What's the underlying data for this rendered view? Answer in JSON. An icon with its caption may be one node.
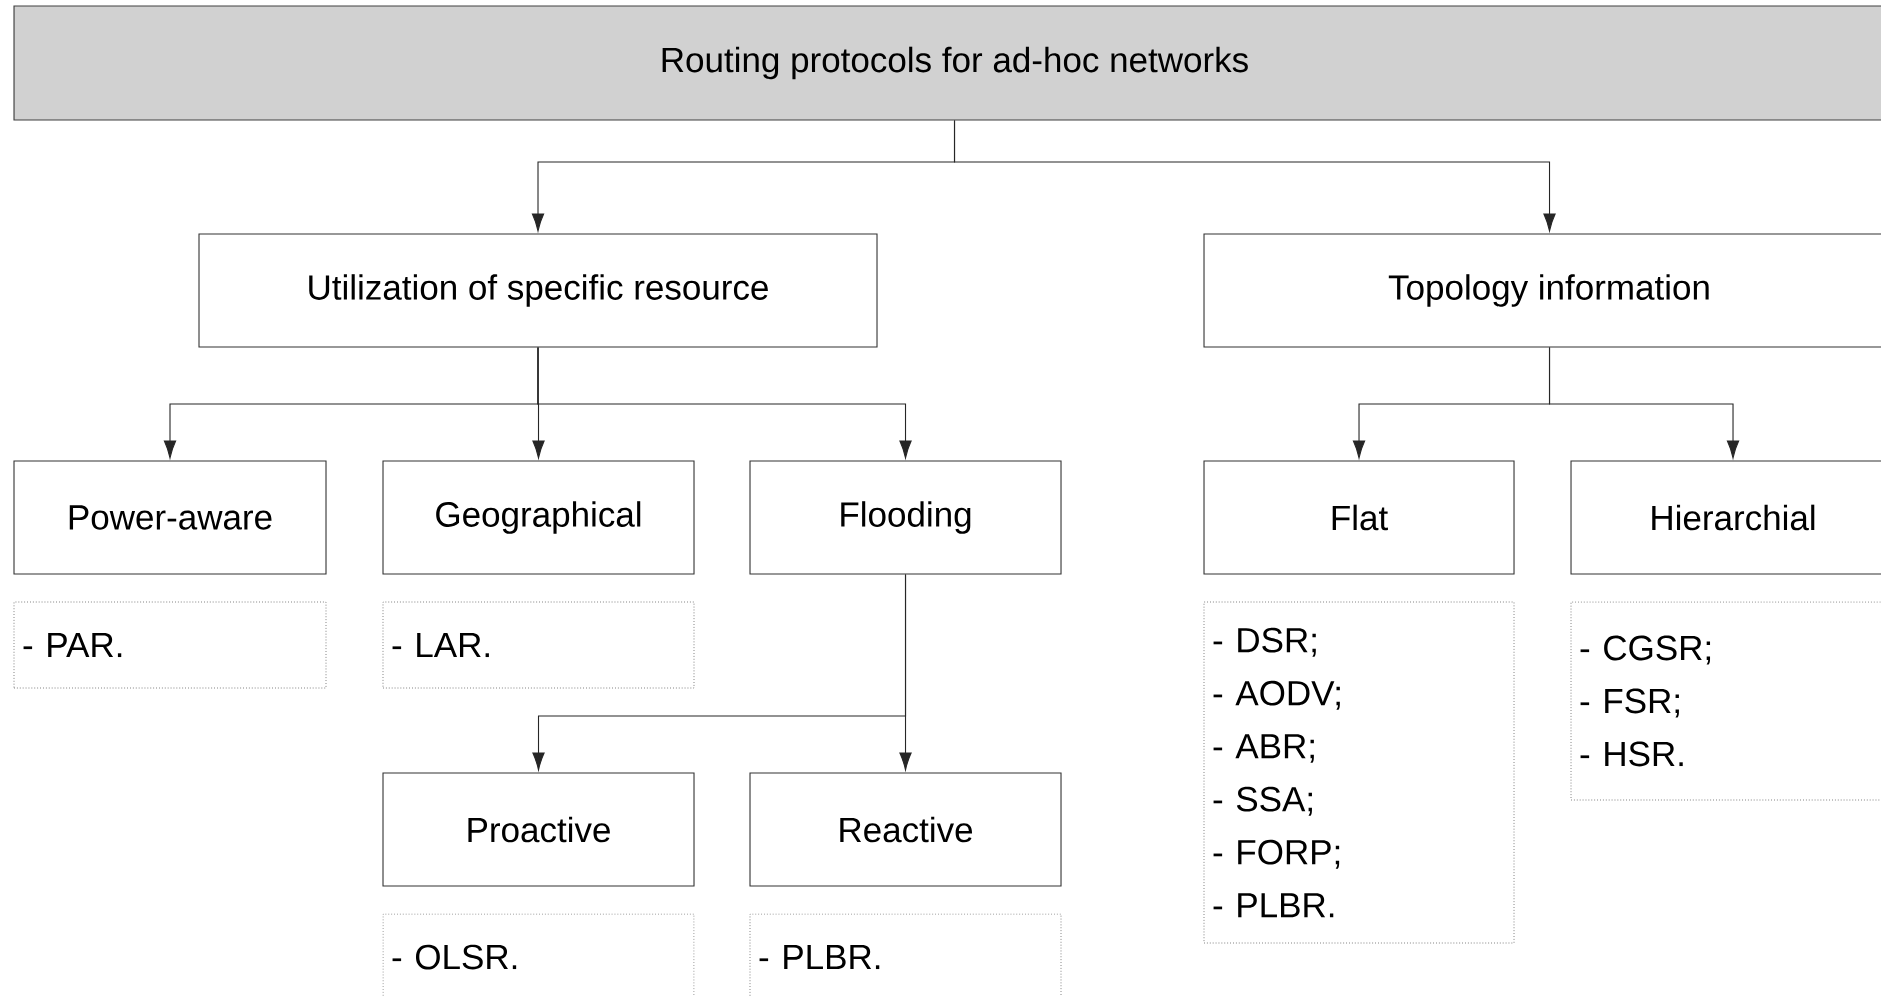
{
  "diagram": {
    "nodes": [
      {
        "text": [
          "Routing protocols for ad-hoc networks"
        ]
      },
      {
        "text": [
          "Utilization of specific resource"
        ]
      },
      {
        "text": [
          "Topology information"
        ]
      },
      {
        "text": [
          "Power-aware"
        ]
      },
      {
        "text": [
          "Geographical"
        ]
      },
      {
        "text": [
          "Flooding"
        ]
      },
      {
        "text": [
          "Flat"
        ]
      },
      {
        "text": [
          "Hierarchial"
        ]
      },
      {
        "text": [
          "- PAR."
        ]
      },
      {
        "text": [
          "- LAR."
        ]
      },
      {
        "text": [
          "- DSR;",
          "- AODV;",
          "- ABR;",
          "- SSA;",
          "- FORP;",
          "- PLBR."
        ]
      },
      {
        "text": [
          "- CGSR;",
          "- FSR;",
          "- HSR."
        ]
      },
      {
        "text": [
          "Proactive"
        ]
      },
      {
        "text": [
          "Reactive"
        ]
      },
      {
        "text": [
          "- OLSR."
        ]
      },
      {
        "text": [
          "- PLBR."
        ]
      }
    ],
    "edges": [
      {
        "from": 0,
        "to": 1,
        "arrow": "to"
      },
      {
        "from": 0,
        "to": 2,
        "arrow": "to"
      },
      {
        "from": 1,
        "to": 3,
        "arrow": "to"
      },
      {
        "from": 1,
        "to": 4,
        "arrow": "to"
      },
      {
        "from": 1,
        "to": 5,
        "arrow": "to"
      },
      {
        "from": 2,
        "to": 6,
        "arrow": "to"
      },
      {
        "from": 2,
        "to": 7,
        "arrow": "to"
      },
      {
        "from": 5,
        "to": 12,
        "arrow": "to"
      },
      {
        "from": 5,
        "to": 13,
        "arrow": "to"
      }
    ]
  }
}
